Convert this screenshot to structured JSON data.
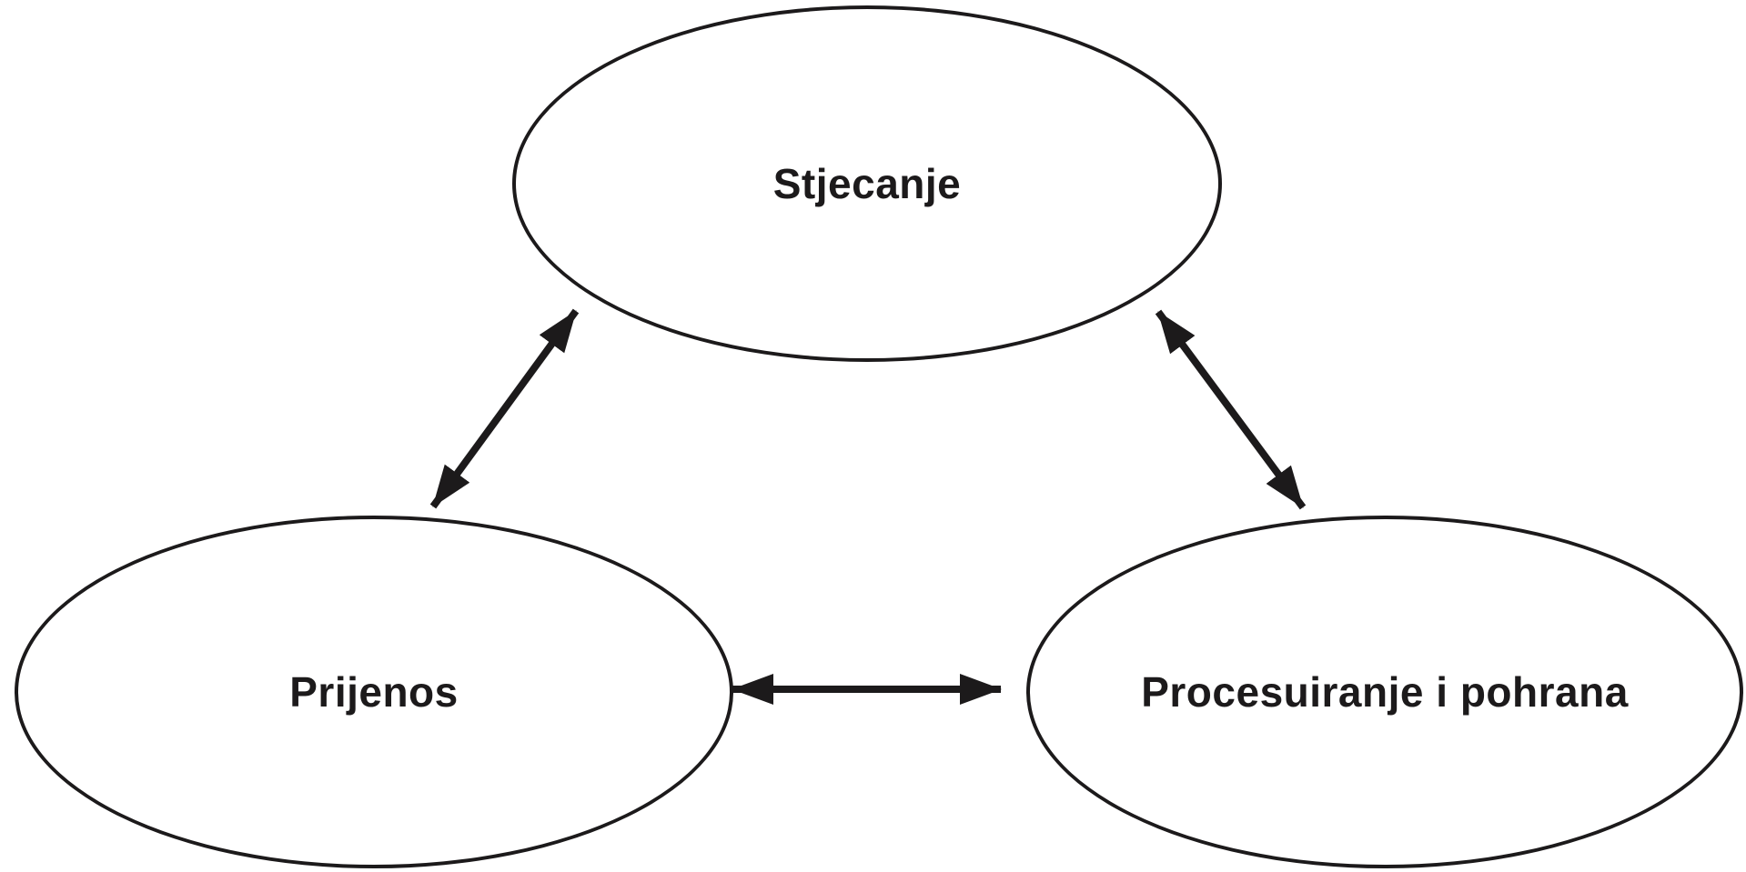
{
  "diagram": {
    "title": "",
    "background_color": "#ffffff",
    "ink_color": "#1c1a1b",
    "nodes": [
      {
        "id": "stjecanje",
        "label": "Stjecanje",
        "shape": "ellipse",
        "position": "top-center"
      },
      {
        "id": "prijenos",
        "label": "Prijenos",
        "shape": "ellipse",
        "position": "bottom-left"
      },
      {
        "id": "procesuiranje-i-pohrana",
        "label": "Procesuiranje i pohrana",
        "shape": "ellipse",
        "position": "bottom-right"
      }
    ],
    "connections": [
      {
        "from": "stjecanje",
        "to": "prijenos",
        "style": "double-headed-arrow"
      },
      {
        "from": "stjecanje",
        "to": "procesuiranje-i-pohrana",
        "style": "double-headed-arrow"
      },
      {
        "from": "prijenos",
        "to": "procesuiranje-i-pohrana",
        "style": "double-headed-arrow"
      }
    ]
  }
}
